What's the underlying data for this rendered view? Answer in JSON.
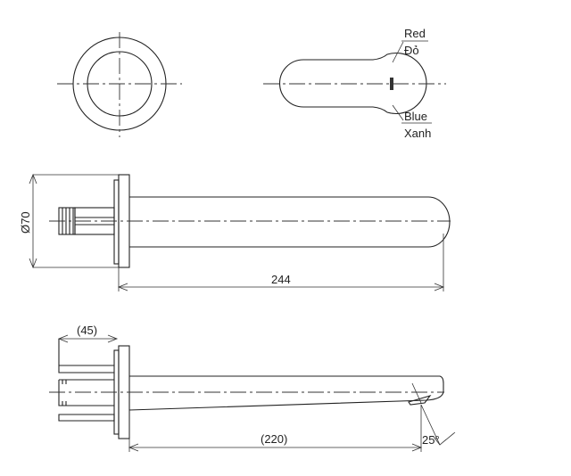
{
  "labels": {
    "red": "Red",
    "red_vi": "Đỏ",
    "blue": "Blue",
    "blue_vi": "Xanh"
  },
  "dimensions": {
    "diameter": "Ø70",
    "length": "244",
    "depth": "(45)",
    "spout_length": "(220)",
    "angle": "25°"
  }
}
